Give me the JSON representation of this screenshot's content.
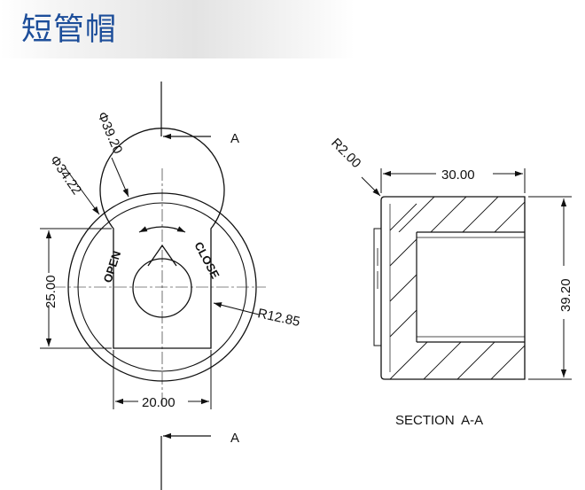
{
  "title": "短管帽",
  "front_view": {
    "dia_outer": "Φ39.20",
    "dia_inner": "Φ34.22",
    "height_dim": "25.00",
    "width_dim": "20.00",
    "radius": "R12.85",
    "open_label": "OPEN",
    "close_label": "CLOSE"
  },
  "section_marks": {
    "top": "A",
    "bottom": "A"
  },
  "section_view": {
    "radius": "R2.00",
    "length": "30.00",
    "diameter": "39.20",
    "caption": "SECTION  A-A"
  },
  "colors": {
    "title": "#1d4e9a",
    "lines": "#111111"
  }
}
